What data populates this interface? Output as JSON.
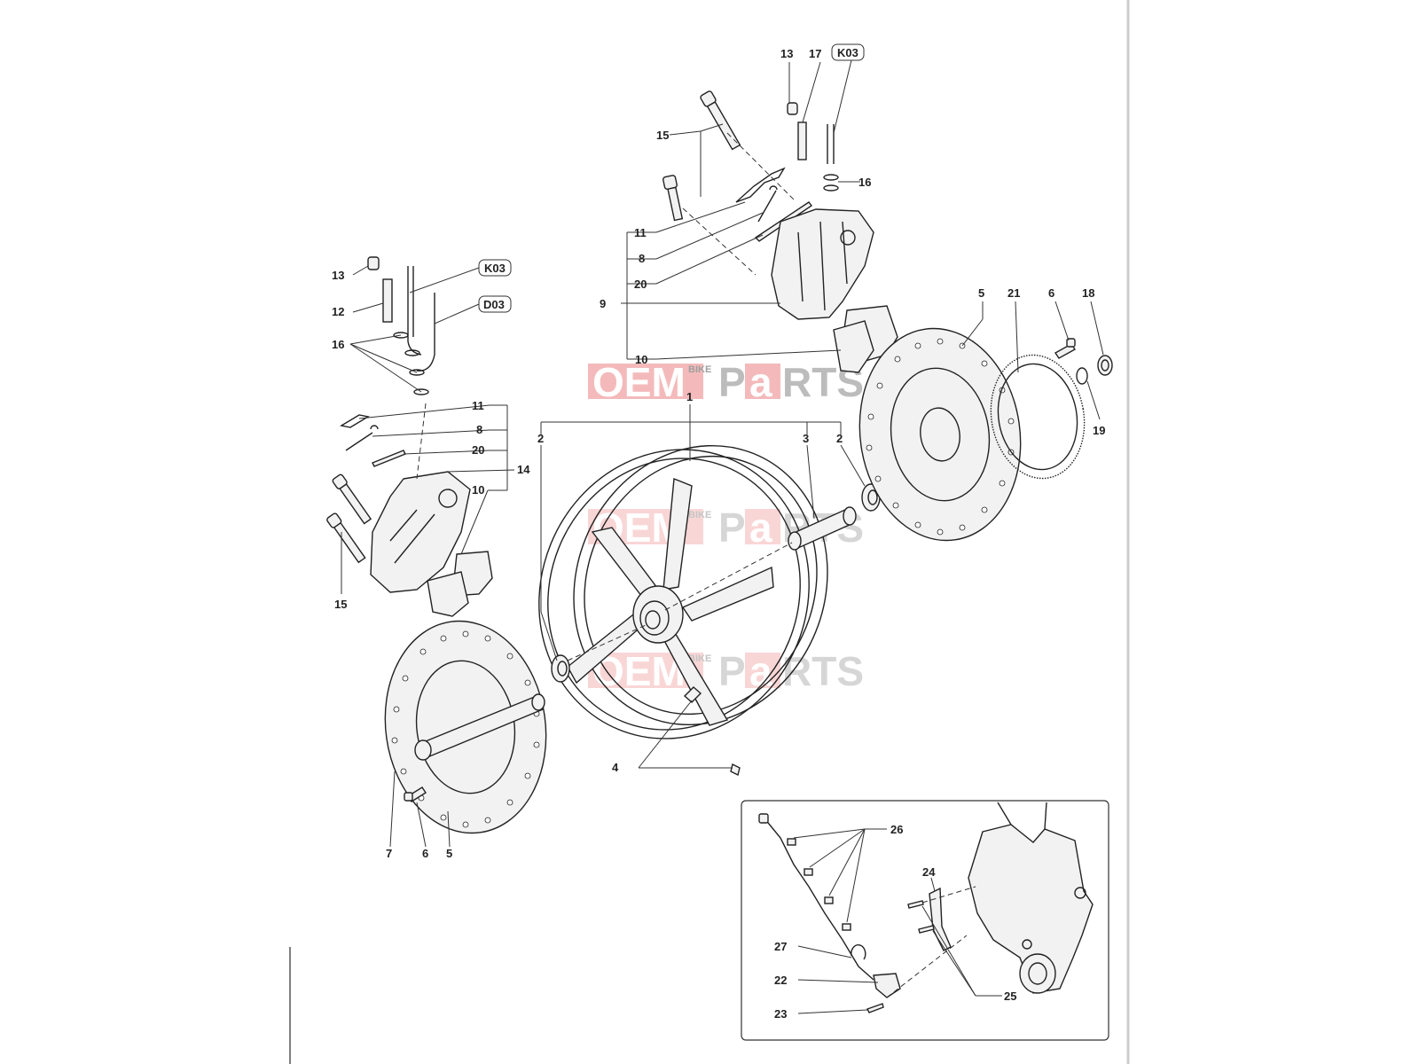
{
  "watermark": {
    "word1": "OEM",
    "word2": "BIKE",
    "word3": "P",
    "word4": "a",
    "word5": "RTS",
    "red": "#e0393c",
    "gray": "#a0a0a0"
  },
  "colors": {
    "line": "#333333",
    "part": "#f2f2f2",
    "page": "#ffffff"
  },
  "callouts": {
    "c13_top": "13",
    "c17": "17",
    "k03_top": "K03",
    "c15_top": "15",
    "c16_top": "16",
    "c11_top": "11",
    "c8_top": "8",
    "c20_top": "20",
    "c9": "9",
    "c10_top": "10",
    "c13_left": "13",
    "k03_left": "K03",
    "c12": "12",
    "d03": "D03",
    "c16_left": "16",
    "c11_left": "11",
    "c8_left": "8",
    "c20_left": "20",
    "c14": "14",
    "c10_left": "10",
    "c15_left": "15",
    "c1": "1",
    "c2_left": "2",
    "c3": "3",
    "c2_right": "2",
    "c5_top": "5",
    "c21": "21",
    "c6_top": "6",
    "c18": "18",
    "c19": "19",
    "c4": "4",
    "c7": "7",
    "c6_bottom": "6",
    "c5_bottom": "5",
    "c26": "26",
    "c24": "24",
    "c27": "27",
    "c22": "22",
    "c25": "25",
    "c23": "23"
  }
}
